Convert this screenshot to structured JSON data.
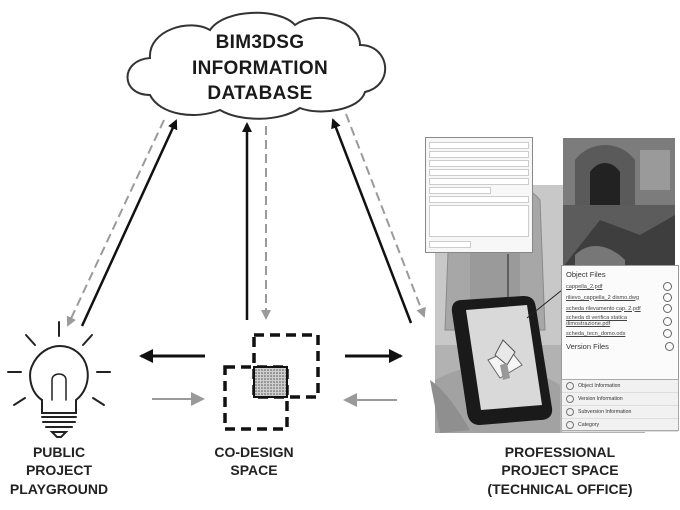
{
  "cloud": {
    "lines": [
      "BIM3DSG",
      "INFORMATION",
      "DATABASE"
    ]
  },
  "labels": {
    "public": [
      "PUBLIC",
      "PROJECT",
      "PLAYGROUND"
    ],
    "codesign": [
      "CO-DESIGN",
      "SPACE"
    ],
    "professional": [
      "PROFESSIONAL",
      "PROJECT SPACE",
      "(TECHNICAL OFFICE)"
    ]
  },
  "ui_panel": {
    "object_files_title": "Object Files",
    "files": [
      "cappella_2.pdf",
      "rilievo_cappella_2 dismo.dwg",
      "scheda rilevamento cap. 2.pdf",
      "scheda di verifica statica dimostrazione.pdf",
      "scheda_tecn_domo.ods"
    ],
    "version_files_title": "Version Files",
    "accordion": [
      "Object Information",
      "Version Information",
      "Subversion Information",
      "Category"
    ]
  },
  "colors": {
    "arrow_dark": "#111111",
    "arrow_light": "#9a9a9a",
    "photo_gray": "#b8b8b8"
  }
}
